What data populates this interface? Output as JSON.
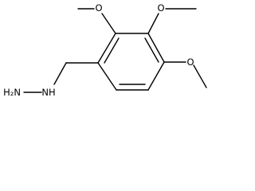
{
  "molecule": {
    "atom_labels": {
      "o_top_left": "O",
      "o_top_right": "O",
      "o_right": "O",
      "amine": "H₂N",
      "nh": "NH"
    }
  },
  "colors": {
    "background": "#ffffff",
    "ink": "#000000"
  }
}
